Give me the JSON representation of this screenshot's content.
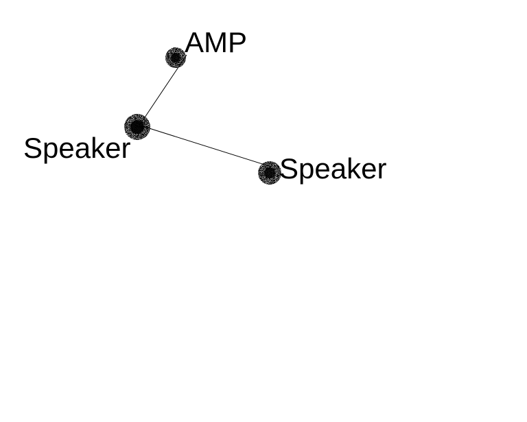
{
  "diagram": {
    "nodes": [
      {
        "id": "amp",
        "label": "AMP"
      },
      {
        "id": "speaker-left",
        "label": "Speaker"
      },
      {
        "id": "speaker-right",
        "label": "Speaker"
      }
    ],
    "edges": [
      {
        "from": "amp",
        "to": "speaker-left"
      },
      {
        "from": "speaker-left",
        "to": "speaker-right"
      }
    ],
    "colors": {
      "background": "#ffffff",
      "ink": "#000000"
    }
  }
}
